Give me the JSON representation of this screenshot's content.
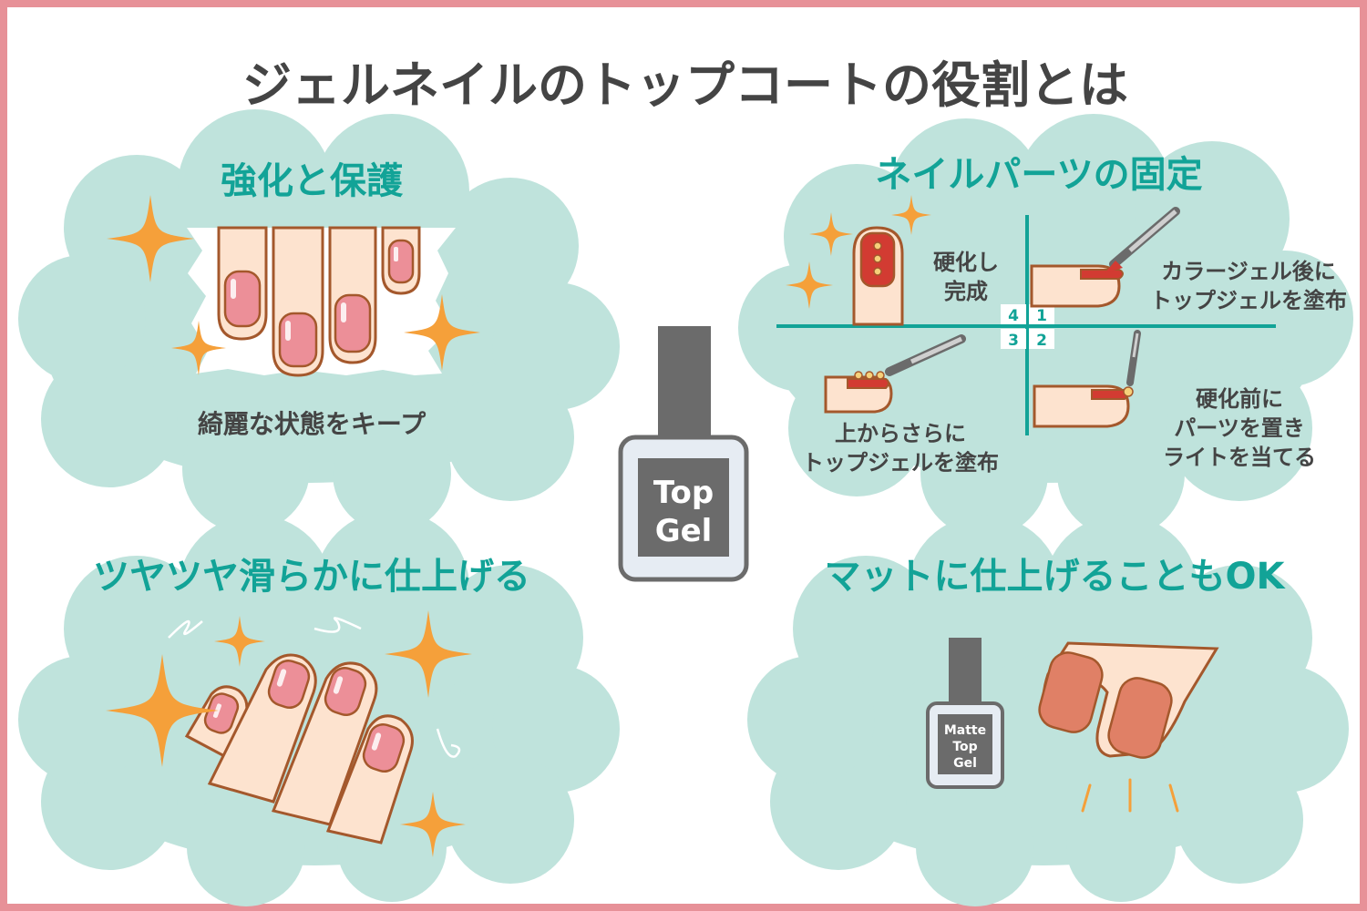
{
  "colors": {
    "frame": "#e79198",
    "cloud": "#bfe3dc",
    "heading": "#12a397",
    "text": "#444444",
    "sparkle": "#f5a03a",
    "skin": "#fde3cf",
    "outline": "#a4582c",
    "nail_pink": "#ec8f98",
    "nail_red": "#d23b32",
    "nail_matte": "#e08066",
    "bottle_cap": "#6b6b6b",
    "bottle_body": "#e6ecf3"
  },
  "title": "ジェルネイルのトップコートの役割とは",
  "center_bottle": {
    "line1": "Top",
    "line2": "Gel"
  },
  "sections": {
    "strengthen": {
      "heading": "強化と保護",
      "caption": "綺麗な状態をキープ"
    },
    "parts": {
      "heading": "ネイルパーツの固定",
      "step_numbers": [
        "4",
        "1",
        "3",
        "2"
      ],
      "step4": {
        "line1": "硬化し",
        "line2": "完成"
      },
      "step1": {
        "line1": "カラージェル後に",
        "line2": "トップジェルを塗布"
      },
      "step3": {
        "line1": "上からさらに",
        "line2": "トップジェルを塗布"
      },
      "step2": {
        "line1": "硬化前に",
        "line2": "パーツを置き",
        "line3": "ライトを当てる"
      }
    },
    "glossy": {
      "heading": "ツヤツヤ滑らかに仕上げる"
    },
    "matte": {
      "heading": "マットに仕上げることもOK",
      "bottle": {
        "line1": "Matte",
        "line2": "Top",
        "line3": "Gel"
      }
    }
  }
}
